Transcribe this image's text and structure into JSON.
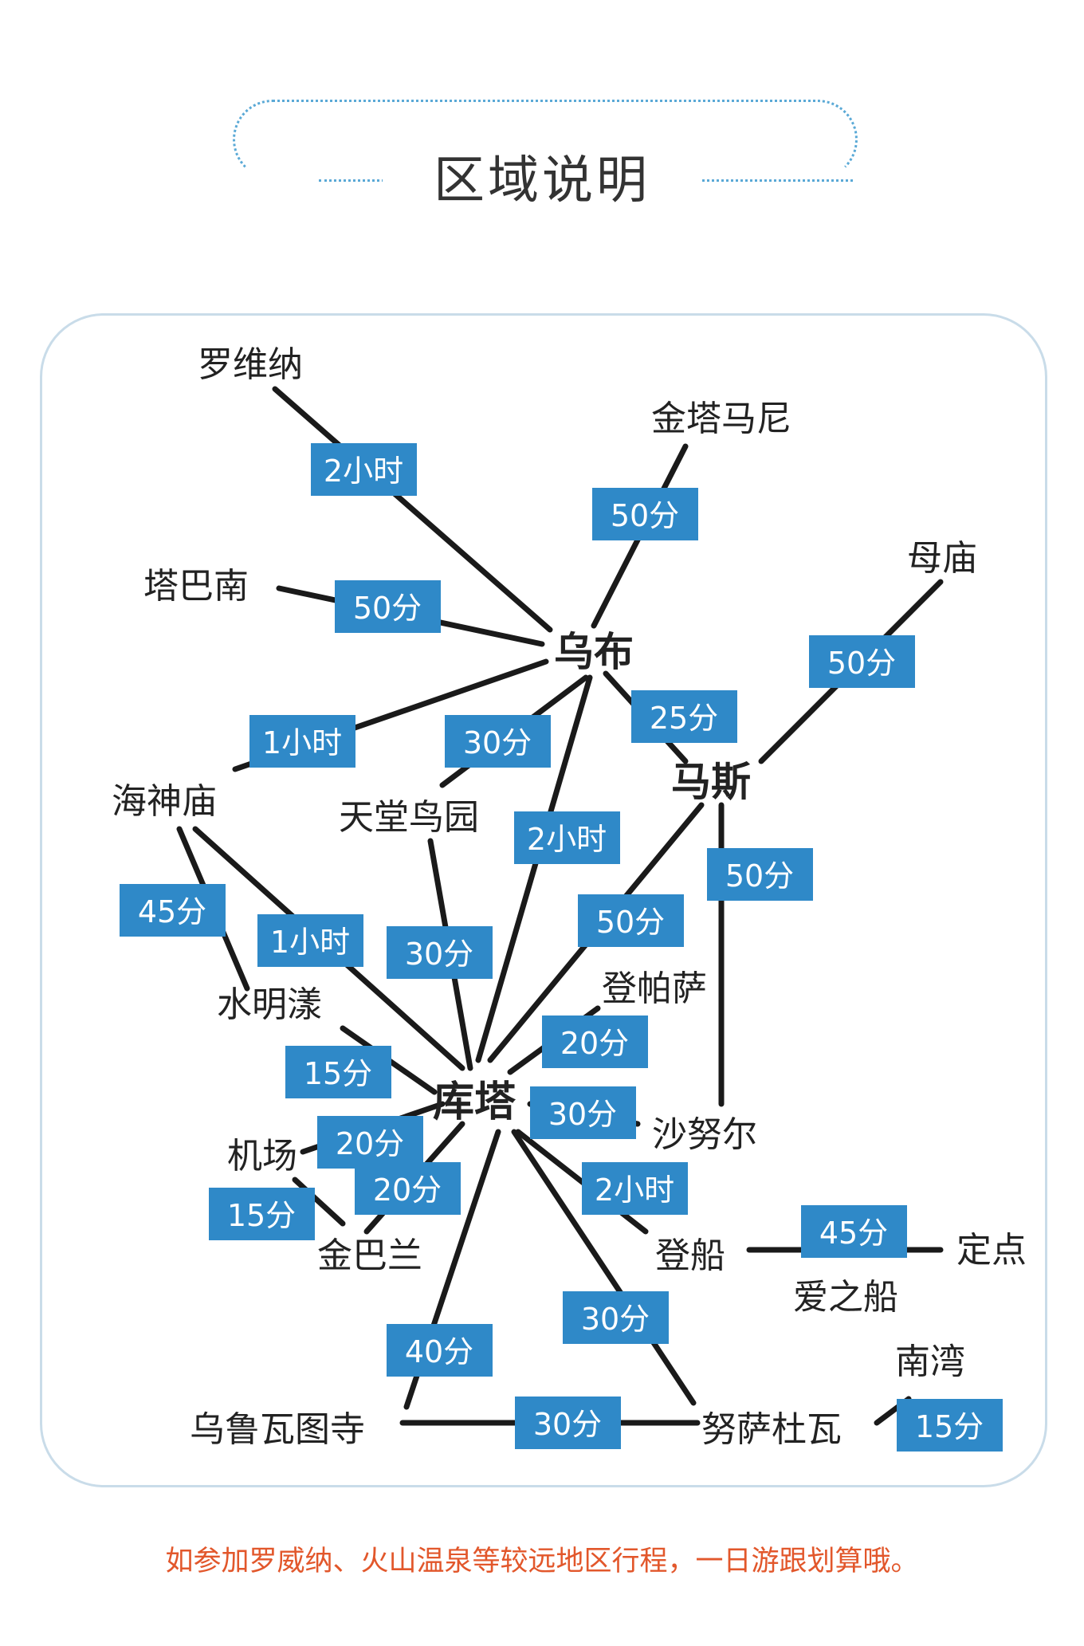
{
  "header": {
    "title": "区域说明"
  },
  "footer": {
    "note": "如参加罗威纳、火山温泉等较远地区行程，一日游跟划算哦。"
  },
  "colors": {
    "badge": "#2f89c8",
    "line": "#1a1a1a",
    "note": "#e2572b",
    "frame": "#c9dce9"
  },
  "places": {
    "luoweina": "罗维纳",
    "jintamani": "金塔马尼",
    "tabanan": "塔巴南",
    "wubu": "乌布",
    "mumiao": "母庙",
    "haishenmiao": "海神庙",
    "tiantang": "天堂鸟园",
    "masi": "马斯",
    "shuimingyang": "水明漾",
    "dengpasa": "登帕萨",
    "kuta": "库塔",
    "shanuer": "沙努尔",
    "jichang": "机场",
    "jinbalan": "金巴兰",
    "dengchuan": "登船",
    "dingdian": "定点",
    "aizhichuan": "爱之船",
    "nanwan": "南湾",
    "wuluwatusi": "乌鲁瓦图寺",
    "nusaduwa": "努萨杜瓦"
  },
  "times": {
    "t_luoweina_wubu": "2小时",
    "t_jintamani_wubu": "50分",
    "t_tabanan_wubu": "50分",
    "t_mumiao_masi": "50分",
    "t_wubu_masi": "25分",
    "t_wubu_haishen": "1小时",
    "t_wubu_tiantang": "30分",
    "t_wubu_kuta": "2小时",
    "t_masi_shanuer": "50分",
    "t_masi_kuta": "50分",
    "t_haishen_shuiming": "45分",
    "t_haishen_kuta": "1小时",
    "t_tiantang_kuta": "30分",
    "t_shuiming_kuta": "15分",
    "t_dengpasa_kuta": "20分",
    "t_shanuer_kuta": "30分",
    "t_jichang_kuta": "20分",
    "t_jinbalan_kuta": "20分",
    "t_jichang_jinbalan": "15分",
    "t_kuta_dengchuan": "2小时",
    "t_dengchuan_dingdian": "45分",
    "t_kuta_nusaduwa": "30分",
    "t_kuta_wuluwatu": "40分",
    "t_wuluwatu_nusaduwa": "30分",
    "t_nusaduwa_nanwan": "15分"
  }
}
